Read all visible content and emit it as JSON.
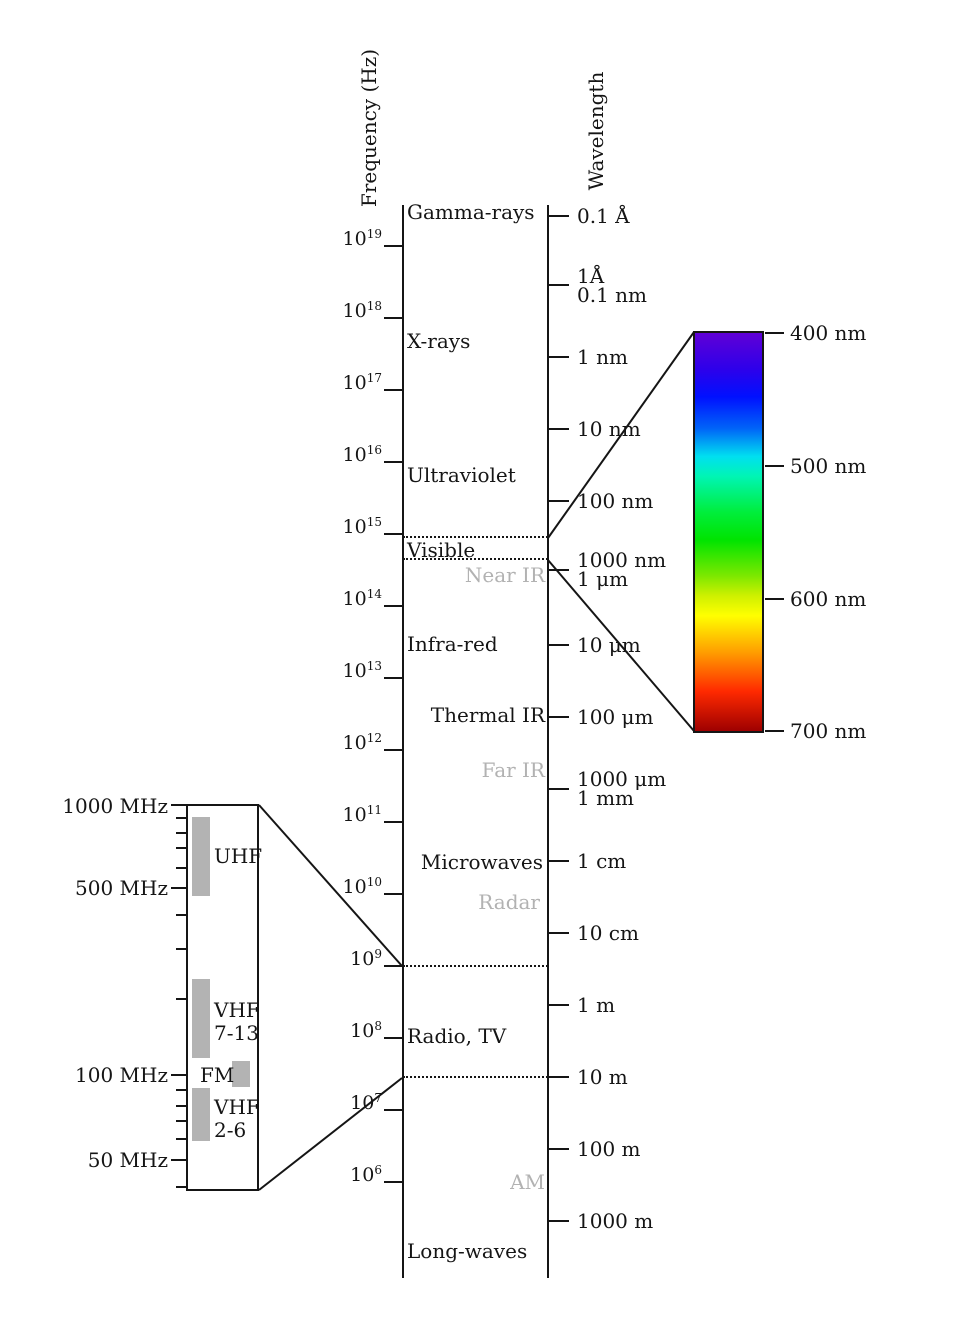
{
  "frequency_axis": {
    "title": "Frequency (Hz)",
    "ticks": [
      {
        "base": "10",
        "exp": "19"
      },
      {
        "base": "10",
        "exp": "18"
      },
      {
        "base": "10",
        "exp": "17"
      },
      {
        "base": "10",
        "exp": "16"
      },
      {
        "base": "10",
        "exp": "15"
      },
      {
        "base": "10",
        "exp": "14"
      },
      {
        "base": "10",
        "exp": "13"
      },
      {
        "base": "10",
        "exp": "12"
      },
      {
        "base": "10",
        "exp": "11"
      },
      {
        "base": "10",
        "exp": "10"
      },
      {
        "base": "10",
        "exp": "9"
      },
      {
        "base": "10",
        "exp": "8"
      },
      {
        "base": "10",
        "exp": "7"
      },
      {
        "base": "10",
        "exp": "6"
      }
    ]
  },
  "wavelength_axis": {
    "title": "Wavelength",
    "ticks": [
      {
        "line1": "0.1 Å"
      },
      {
        "line1": "1Å",
        "line2": "0.1 nm"
      },
      {
        "line1": "1 nm"
      },
      {
        "line1": "10 nm"
      },
      {
        "line1": "100 nm"
      },
      {
        "line1": "1000 nm",
        "line2": "1 μm"
      },
      {
        "line1": "10 μm"
      },
      {
        "line1": "100 μm"
      },
      {
        "line1": "1000 μm",
        "line2": "1 mm"
      },
      {
        "line1": "1 cm"
      },
      {
        "line1": "10 cm"
      },
      {
        "line1": "1 m"
      },
      {
        "line1": "10 m"
      },
      {
        "line1": "100 m"
      },
      {
        "line1": "1000 m"
      }
    ]
  },
  "bands": {
    "gamma_rays": "Gamma-rays",
    "x_rays": "X-rays",
    "ultraviolet": "Ultraviolet",
    "visible": "Visible",
    "near_ir": "Near IR",
    "infra_red": "Infra-red",
    "thermal_ir": "Thermal IR",
    "far_ir": "Far IR",
    "microwaves": "Microwaves",
    "radar": "Radar",
    "radio_tv": "Radio, TV",
    "am": "AM",
    "long_waves": "Long-waves"
  },
  "visible_bar": {
    "tick_labels": [
      "400 nm",
      "500 nm",
      "600 nm",
      "700 nm"
    ],
    "gradient": [
      "#6000d6 0%",
      "#2e00ea 9%",
      "#0010ff 16%",
      "#0064f8 24%",
      "#00dff0 31%",
      "#00f5b4 36%",
      "#00ee3c 45%",
      "#00e400 52%",
      "#7ce800 61%",
      "#cef000 66%",
      "#ffff00 71%",
      "#ffa000 80%",
      "#ff2a00 90%",
      "#9e0000 100%"
    ]
  },
  "inset": {
    "tick_labels": [
      "1000 MHz",
      "500 MHz",
      "100 MHz",
      "50 MHz"
    ],
    "bands": {
      "uhf": "UHF",
      "vhf_upper_line1": "VHF",
      "vhf_upper_line2": "7-13",
      "fm": "FM",
      "vhf_lower_line1": "VHF",
      "vhf_lower_line2": "2-6"
    }
  },
  "colors": {
    "ink": "#151515",
    "gray_text": "#b2b2b2",
    "gray_band": "#b3b3b3"
  }
}
